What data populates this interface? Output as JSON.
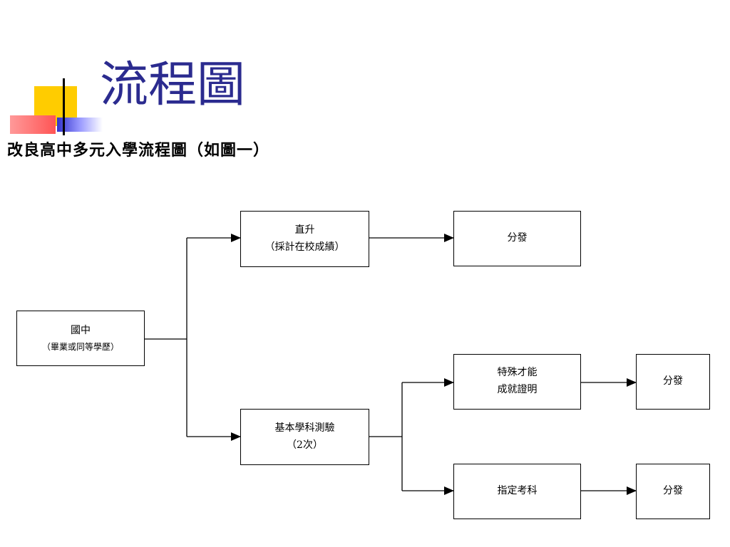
{
  "slide": {
    "title": "流程圖",
    "subtitle": "改良高中多元入學流程圖（如圖一）"
  },
  "diagram": {
    "start": {
      "line1": "國中",
      "line2": "（畢業或同等學歷）"
    },
    "direct": {
      "line1": "直升",
      "line2": "（採計在校成績）"
    },
    "exam": {
      "line1": "基本學科測驗",
      "line2": "（2次）"
    },
    "talent": {
      "line1": "特殊才能",
      "line2": "成就證明"
    },
    "subject": {
      "line1": "指定考科"
    },
    "placement1": "分發",
    "placement2": "分發",
    "placement3": "分發"
  },
  "colors": {
    "title": "#2B2B8F",
    "deco_yellow": "#FFCC00",
    "deco_blue": "#3333CC",
    "deco_red": "#FF6666"
  }
}
